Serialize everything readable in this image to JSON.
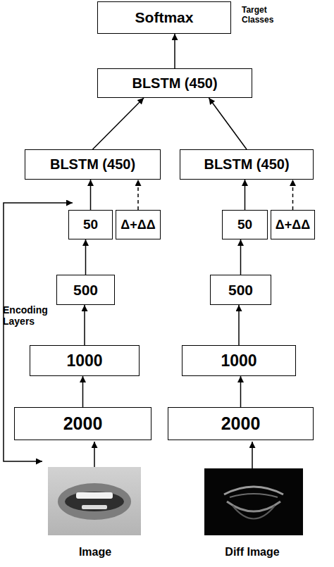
{
  "diagram": {
    "nodes": [
      {
        "text": [
          "Softmax"
        ]
      },
      {
        "text": [
          "BLSTM (450)"
        ]
      },
      {
        "text": [
          "BLSTM (450)"
        ]
      },
      {
        "text": [
          "BLSTM (450)"
        ]
      },
      {
        "text": [
          "50"
        ]
      },
      {
        "text": [
          "Δ+ΔΔ"
        ]
      },
      {
        "text": [
          "50"
        ]
      },
      {
        "text": [
          "Δ+ΔΔ"
        ]
      },
      {
        "text": [
          "500"
        ]
      },
      {
        "text": [
          "500"
        ]
      },
      {
        "text": [
          "1000"
        ]
      },
      {
        "text": [
          "1000"
        ]
      },
      {
        "text": [
          "2000"
        ]
      },
      {
        "text": [
          "2000"
        ]
      }
    ],
    "edges": [
      {
        "from": 1,
        "to": 0,
        "arrow": "to"
      },
      {
        "from": 2,
        "to": 1,
        "arrow": "to"
      },
      {
        "from": 3,
        "to": 1,
        "arrow": "to"
      },
      {
        "from": 4,
        "to": 2,
        "arrow": "to"
      },
      {
        "from": 5,
        "to": 2,
        "arrow": "to"
      },
      {
        "from": 6,
        "to": 3,
        "arrow": "to"
      },
      {
        "from": 7,
        "to": 3,
        "arrow": "to"
      },
      {
        "from": 8,
        "to": 4,
        "arrow": "to"
      },
      {
        "from": 9,
        "to": 6,
        "arrow": "to"
      },
      {
        "from": 10,
        "to": 8,
        "arrow": "to"
      },
      {
        "from": 11,
        "to": 9,
        "arrow": "to"
      },
      {
        "from": 12,
        "to": 10,
        "arrow": "to"
      },
      {
        "from": 13,
        "to": 11,
        "arrow": "to"
      }
    ],
    "labels": [
      "Target Classes",
      "Encoding Layers",
      "Image",
      "Diff Image"
    ]
  }
}
